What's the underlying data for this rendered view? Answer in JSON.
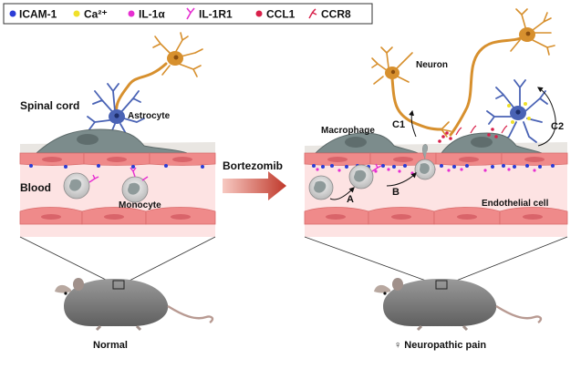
{
  "legend": {
    "items": [
      {
        "label": "ICAM-1",
        "color": "#2b3cd6"
      },
      {
        "label": "Ca²⁺",
        "color": "#f0e02a"
      },
      {
        "label": "IL-1α",
        "color": "#e62fd1"
      },
      {
        "label": "IL-1R1",
        "color": "#e62fd1"
      },
      {
        "label": "CCL1",
        "color": "#d8204a"
      },
      {
        "label": "CCR8",
        "color": "#d8204a"
      }
    ]
  },
  "labels": {
    "spinal_cord": "Spinal cord",
    "astrocyte": "Astrocyte",
    "blood": "Blood",
    "monocyte": "Monocyte",
    "bortezomib": "Bortezomib",
    "neuron": "Neuron",
    "macrophage": "Macrophage",
    "c1": "C1",
    "c2": "C2",
    "a": "A",
    "b": "B",
    "endothelial_cell": "Endothelial cell",
    "normal": "Normal",
    "neuropathic_pain": "♀ Neuropathic pain"
  },
  "colors": {
    "neuron": "#d7902e",
    "astrocyte": "#4a63b5",
    "macrophage": "#7c8c8c",
    "endothelium": "#ef8a8a",
    "vessel": "#fde3e3",
    "arrow": "#c0392b",
    "mouse": "#8a8a8a"
  }
}
